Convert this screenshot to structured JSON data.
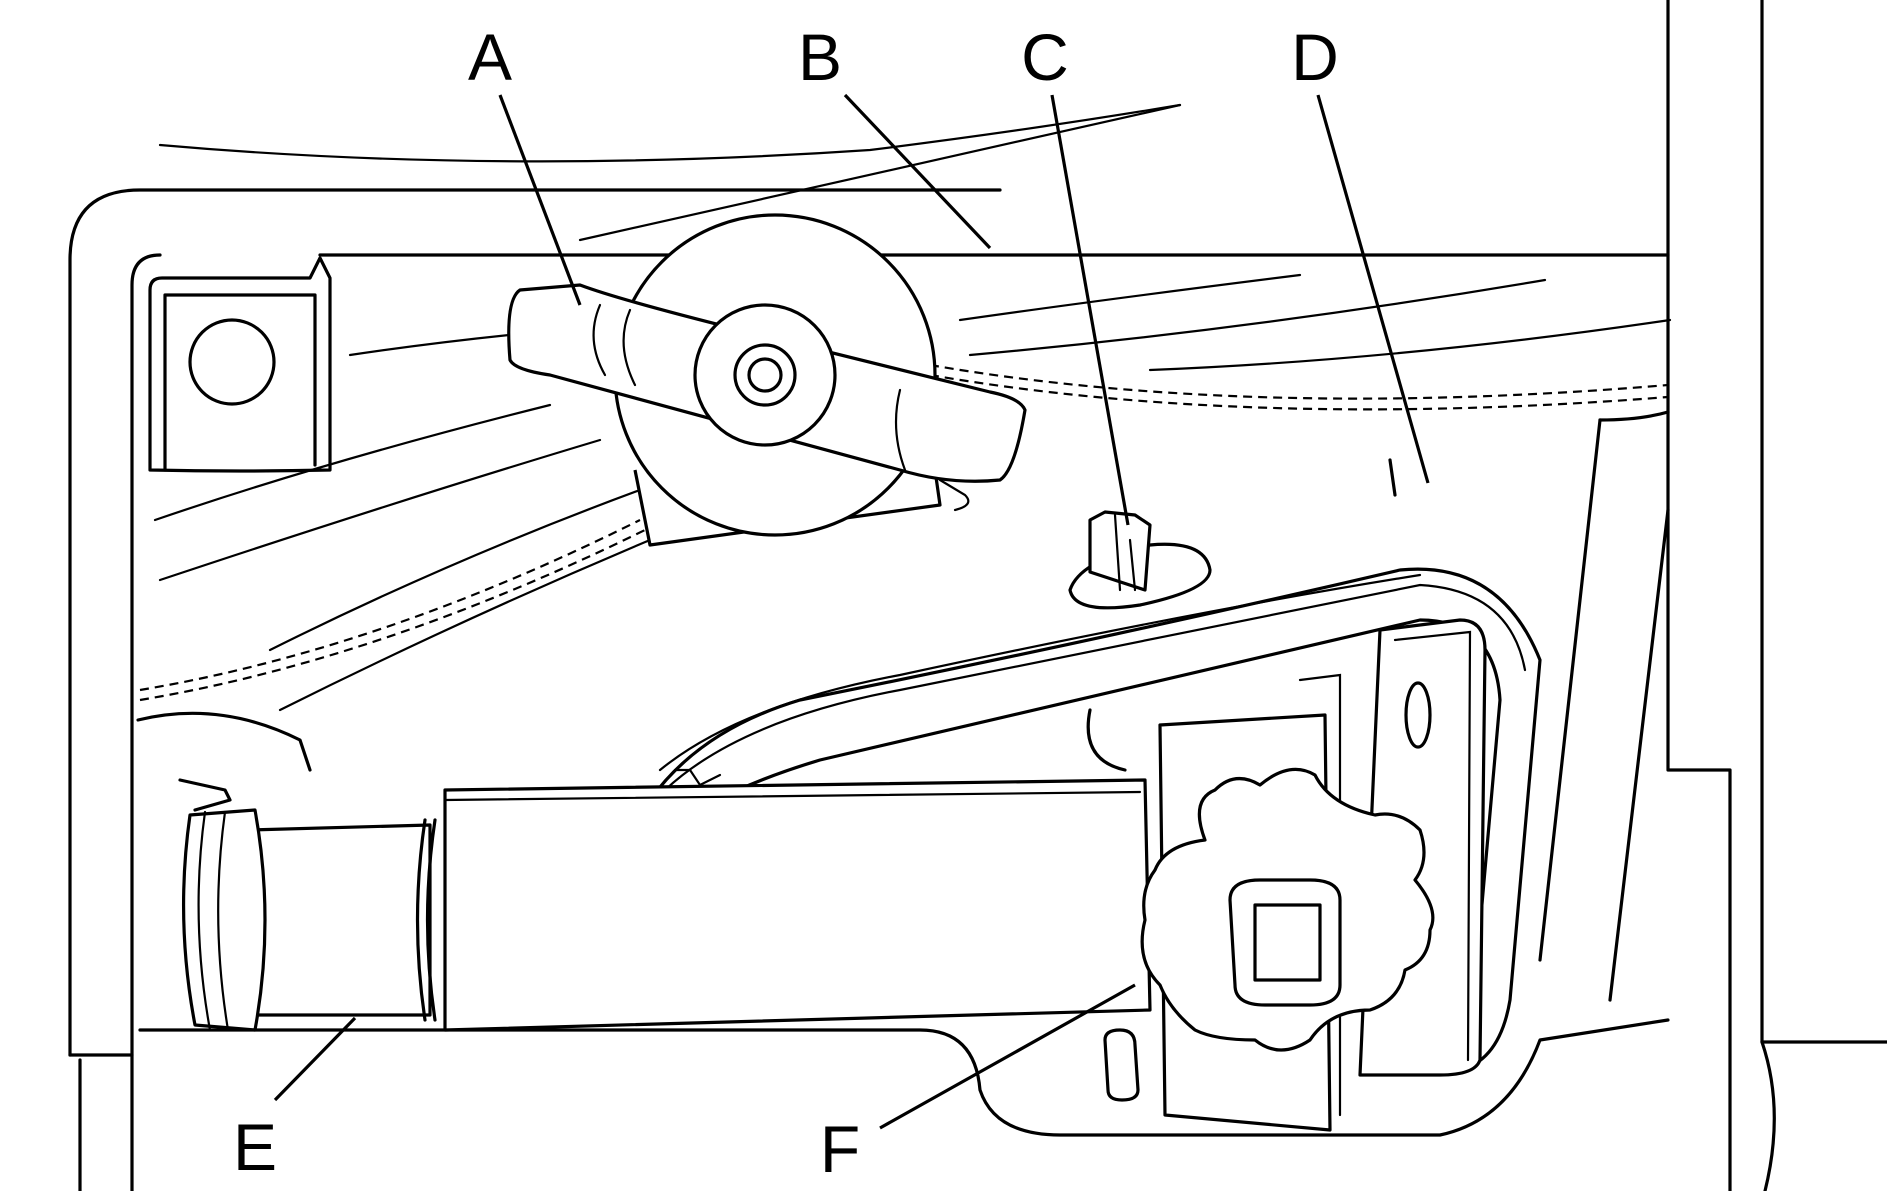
{
  "diagram": {
    "callouts": [
      {
        "id": "a",
        "label": "A"
      },
      {
        "id": "b",
        "label": "B"
      },
      {
        "id": "c",
        "label": "C"
      },
      {
        "id": "d",
        "label": "D"
      },
      {
        "id": "e",
        "label": "E"
      },
      {
        "id": "f",
        "label": "F"
      }
    ]
  }
}
